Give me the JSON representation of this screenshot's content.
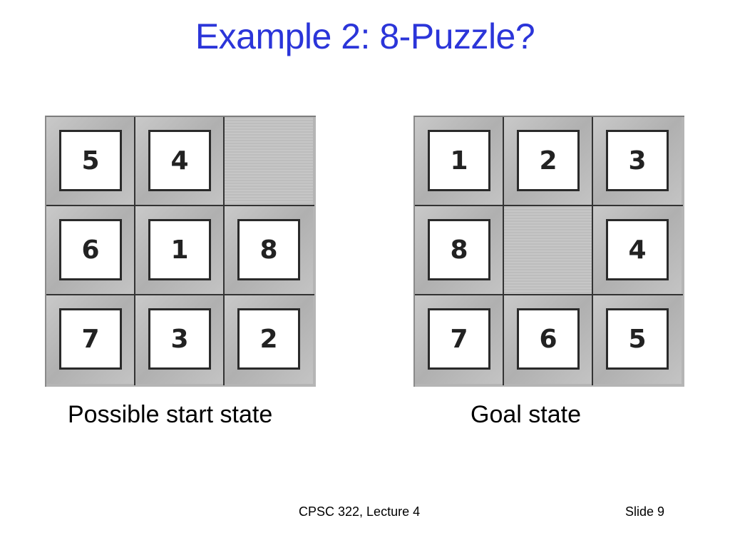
{
  "slide": {
    "title": "Example 2: 8-Puzzle?",
    "footer_course": "CPSC 322, Lecture 4",
    "footer_slide": "Slide 9"
  },
  "start_board": {
    "caption": "Possible start state",
    "cells": [
      "5",
      "4",
      "",
      "6",
      "1",
      "8",
      "7",
      "3",
      "2"
    ]
  },
  "goal_board": {
    "caption": "Goal state",
    "cells": [
      "1",
      "2",
      "3",
      "8",
      "",
      "4",
      "7",
      "6",
      "5"
    ]
  }
}
